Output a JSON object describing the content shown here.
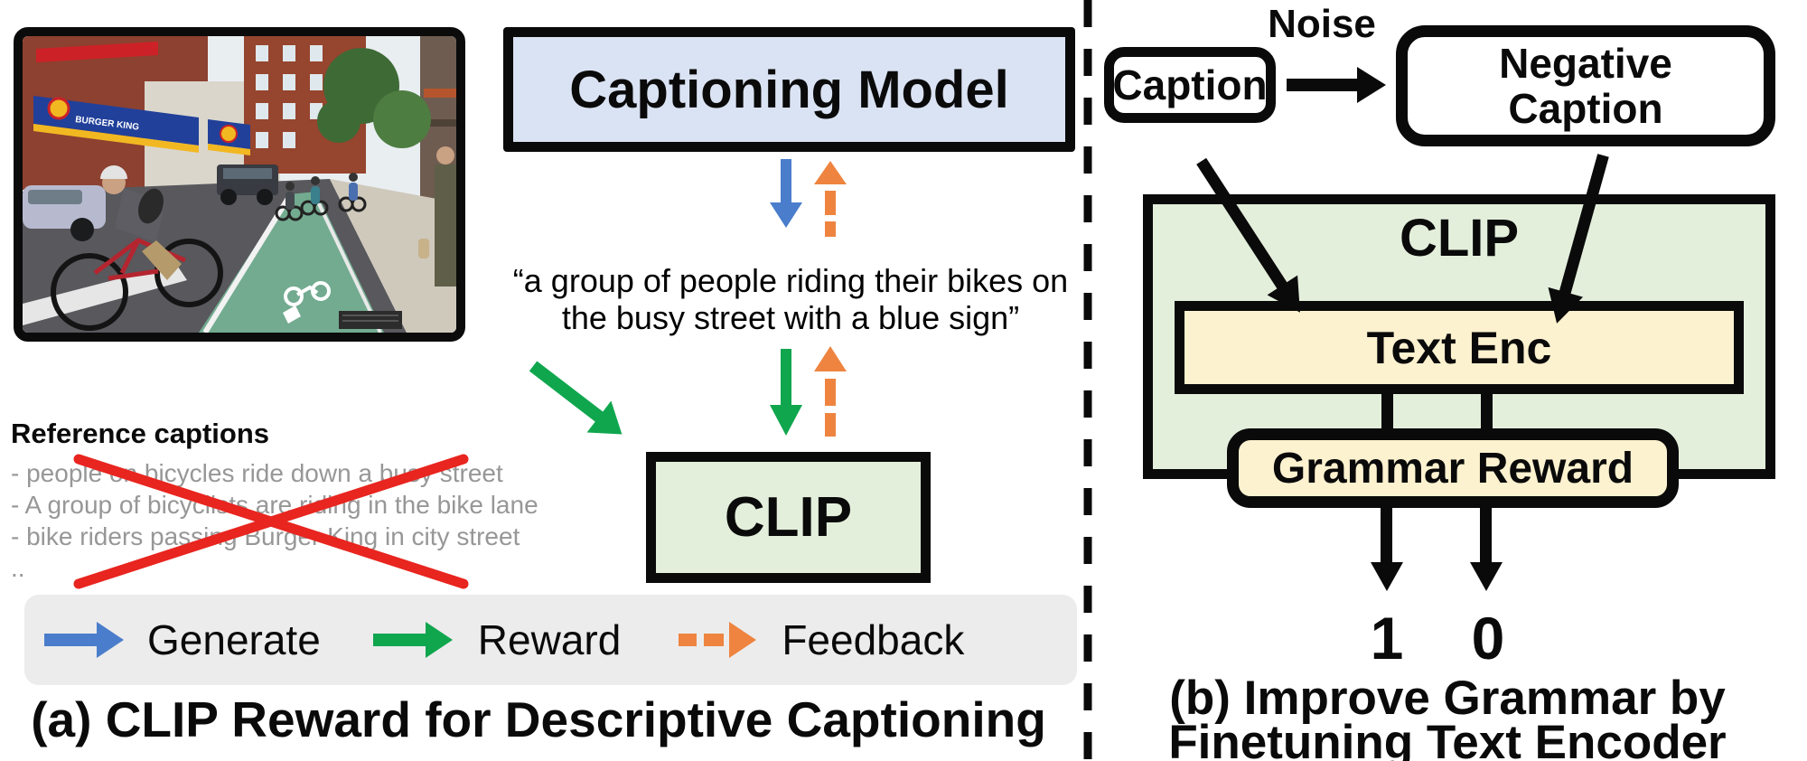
{
  "panel_a": {
    "caption_label": "(a) CLIP Reward for Descriptive Captioning",
    "captioning_model_label": "Captioning Model",
    "clip_label": "CLIP",
    "generated_caption": {
      "line1": "“a group of people riding their bikes on",
      "line2": "the busy street with a blue sign”"
    },
    "reference_captions": {
      "heading": "Reference captions",
      "items": [
        "- people on bicycles ride down a busy street",
        "- A group of bicyclists are riding in the bike lane",
        "- bike riders passing Burger King in city street",
        ".."
      ]
    },
    "legend": {
      "generate": "Generate",
      "reward": "Reward",
      "feedback": "Feedback"
    },
    "photo": {
      "awning_text": "BURGER KING"
    }
  },
  "panel_b": {
    "caption_label_line1": "(b) Improve Grammar by",
    "caption_label_line2": "Finetuning Text Encoder",
    "noise_label": "Noise",
    "caption_box_label": "Caption",
    "negative_caption_box_label": "Negative Caption",
    "clip_label": "CLIP",
    "text_encoder_label": "Text Enc",
    "grammar_reward_label": "Grammar Reward",
    "output_positive": "1",
    "output_negative": "0"
  },
  "colors": {
    "model_box_fill": "#dae3f3",
    "clip_box_fill": "#e3efdb",
    "encoder_box_fill": "#fdf2cf",
    "generate_arrow_blue": "#4a7dcb",
    "reward_arrow_green": "#10a64e",
    "feedback_arrow_orange": "#ee8440",
    "cross_out_red": "#e8251f",
    "reference_text_gray": "#979797",
    "legend_background": "#ececec"
  }
}
